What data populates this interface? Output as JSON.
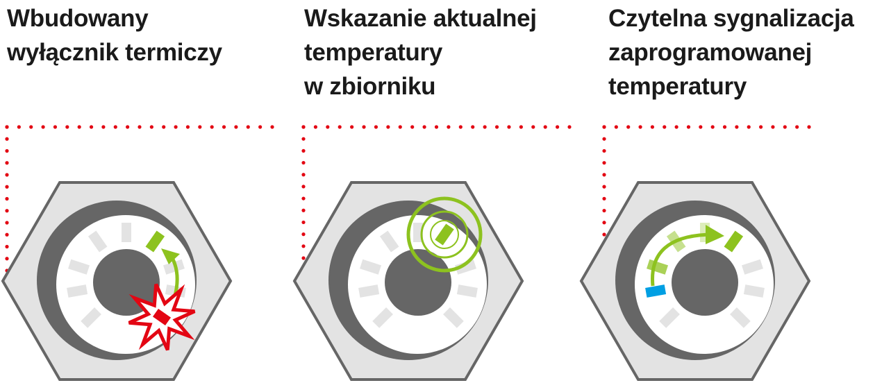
{
  "features": [
    {
      "title_lines": [
        "Wbudowany",
        "wyłącznik termiczy"
      ],
      "icon": "thermal-cutoff-icon"
    },
    {
      "title_lines": [
        "Wskazanie aktualnej",
        "temperatury",
        "w zbiorniku"
      ],
      "icon": "current-temperature-icon"
    },
    {
      "title_lines": [
        "Czytelna sygnalizacja",
        "zaprogramowanej",
        "temperatury"
      ],
      "icon": "programmed-temperature-icon"
    }
  ],
  "colors": {
    "accent_red": "#e30613",
    "green": "#8dc21f",
    "blue": "#009fe3",
    "dark_gray": "#666666",
    "light_gray": "#e3e3e3"
  }
}
